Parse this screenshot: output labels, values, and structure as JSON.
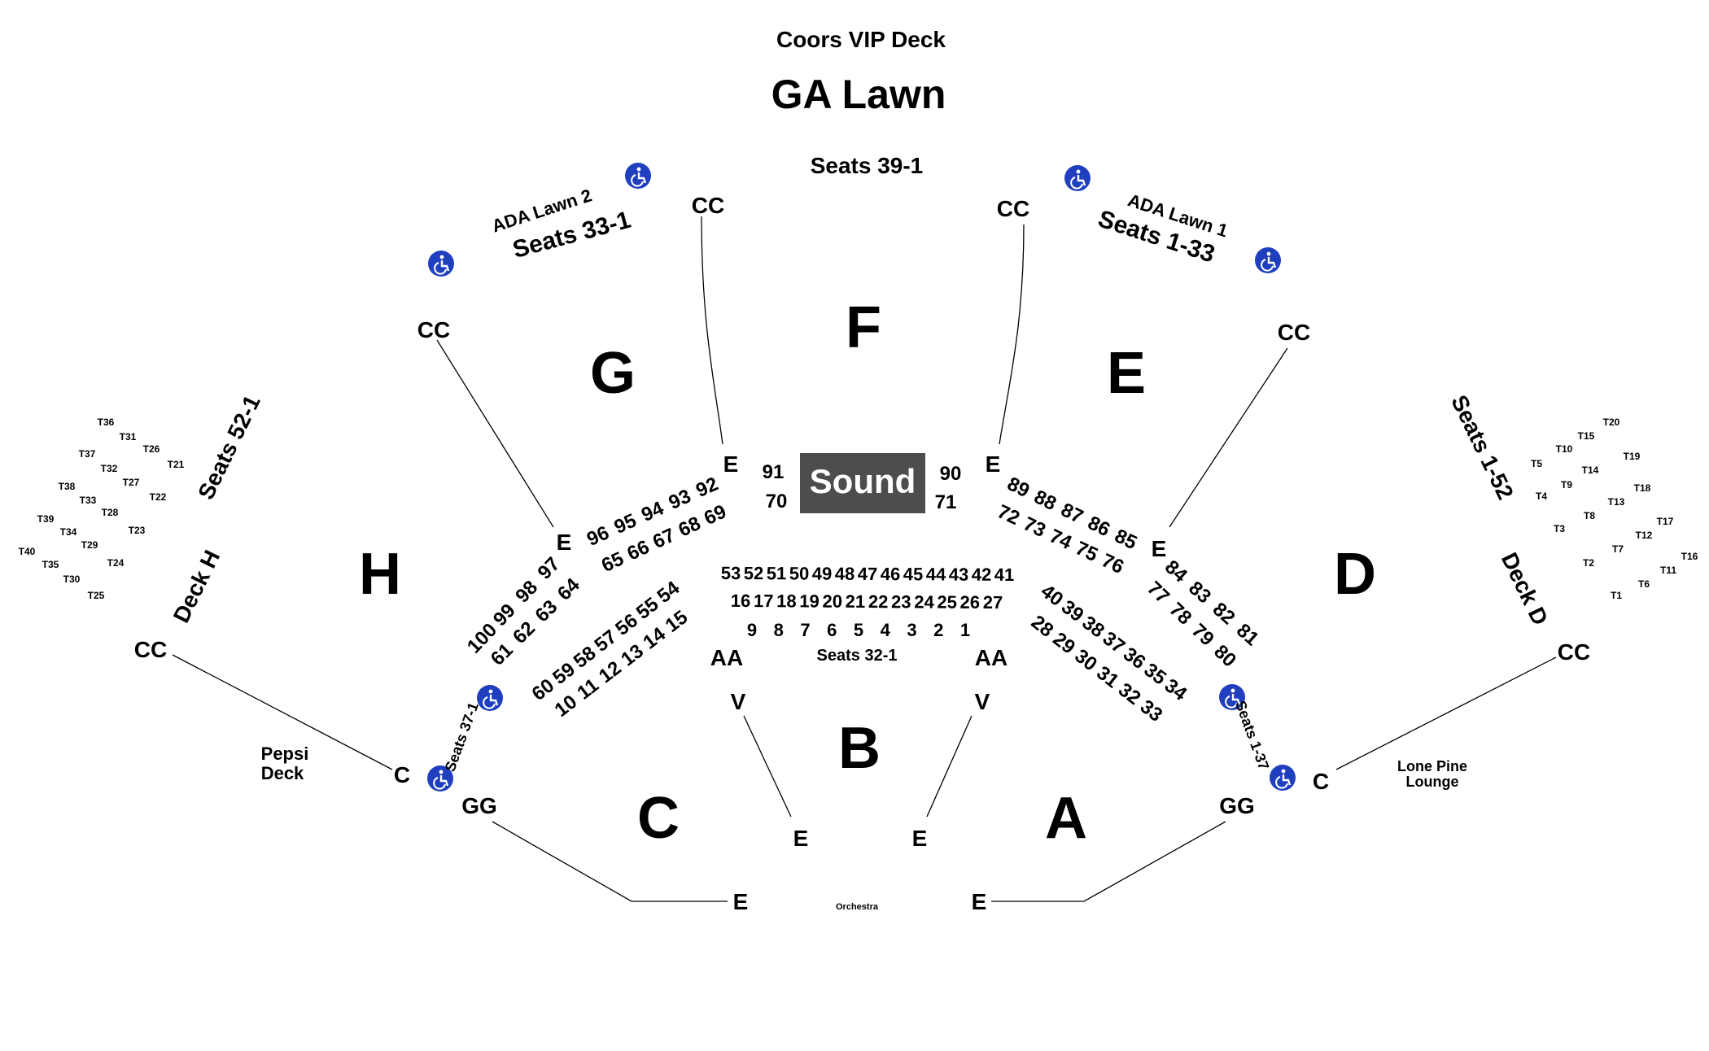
{
  "header": {
    "deck_title": "Coors VIP Deck",
    "lawn_title": "GA Lawn",
    "lawn_seats": "Seats 39-1"
  },
  "ada_lawn_left": {
    "label": "ADA Lawn 2",
    "seats": "Seats 33-1"
  },
  "ada_lawn_right": {
    "label": "ADA Lawn 1",
    "seats": "Seats 1-33"
  },
  "sections": {
    "F": "F",
    "G": "G",
    "E": "E",
    "H": "H",
    "D": "D",
    "B": "B",
    "C": "C",
    "A": "A"
  },
  "sound": {
    "label": "Sound",
    "left_top": "91",
    "left_bottom": "70",
    "right_top": "90",
    "right_bottom": "71"
  },
  "row_labels": {
    "CC": "CC",
    "E": "E",
    "AA": "AA",
    "V": "V",
    "GG": "GG",
    "C": "C"
  },
  "deck_h": {
    "label": "Deck H",
    "seats": "Seats 52-1",
    "tables": [
      "T36",
      "T31",
      "T37",
      "T26",
      "T21",
      "T32",
      "T27",
      "T38",
      "T33",
      "T22",
      "T28",
      "T39",
      "T34",
      "T23",
      "T29",
      "T40",
      "T35",
      "T24",
      "T30",
      "T25"
    ]
  },
  "deck_d": {
    "label": "Deck D",
    "seats": "Seats 1-52",
    "tables": [
      "T20",
      "T15",
      "T10",
      "T19",
      "T5",
      "T14",
      "T9",
      "T18",
      "T4",
      "T13",
      "T8",
      "T17",
      "T3",
      "T12",
      "T7",
      "T16",
      "T2",
      "T11",
      "T6",
      "T1"
    ]
  },
  "pepsi_deck": {
    "line1": "Pepsi",
    "line2": "Deck"
  },
  "lone_pine": {
    "line1": "Lone Pine",
    "line2": "Lounge"
  },
  "seats_left_ada": "Seats 37-1",
  "seats_right_ada": "Seats 1-37",
  "center_seats": "Seats 32-1",
  "orchestra": "Orchestra",
  "boxes": {
    "b1": [
      "53",
      "52",
      "51",
      "50",
      "49",
      "48",
      "47",
      "46",
      "45",
      "44",
      "43",
      "42",
      "41"
    ],
    "b2": [
      "16",
      "17",
      "18",
      "19",
      "20",
      "21",
      "22",
      "23",
      "24",
      "25",
      "26",
      "27"
    ],
    "b3": [
      "9",
      "8",
      "7",
      "6",
      "5",
      "4",
      "3",
      "2",
      "1"
    ],
    "lu1": [
      "96",
      "95",
      "94",
      "93",
      "92"
    ],
    "lu2": [
      "65",
      "66",
      "67",
      "68",
      "69"
    ],
    "ll1": [
      "100",
      "99",
      "98",
      "97"
    ],
    "ll2": [
      "61",
      "62",
      "63",
      "64"
    ],
    "ll3": [
      "60",
      "59",
      "58",
      "57",
      "56",
      "55",
      "54"
    ],
    "ll4": [
      "10",
      "11",
      "12",
      "13",
      "14",
      "15"
    ],
    "ru1": [
      "89",
      "88",
      "87",
      "86",
      "85"
    ],
    "ru2": [
      "72",
      "73",
      "74",
      "75",
      "76"
    ],
    "rl1": [
      "84",
      "83",
      "82",
      "81"
    ],
    "rl2": [
      "77",
      "78",
      "79",
      "80"
    ],
    "rl3": [
      "40",
      "39",
      "38",
      "37",
      "36",
      "35",
      "34"
    ],
    "rl4": [
      "28",
      "29",
      "30",
      "31",
      "32",
      "33"
    ]
  },
  "colors": {
    "accessible": "#1f3fbf",
    "sound_bg": "#4d4d4d",
    "sound_text": "#ffffff"
  },
  "icons": {
    "accessible": "wheelchair-icon"
  }
}
